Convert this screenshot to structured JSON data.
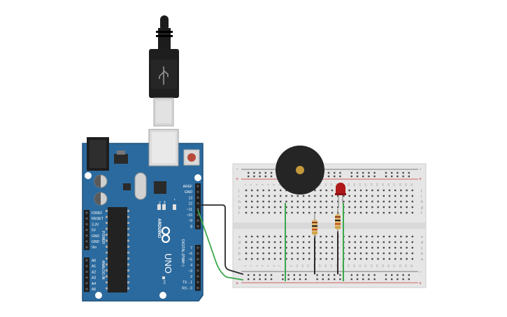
{
  "arduino": {
    "brand": "ARDUINO",
    "model": "UNO",
    "digital_header": "DIGITAL (PWM~)",
    "power_header": "POWER",
    "analog_header": "ANALOG IN",
    "on_label": "ON",
    "led_labels": [
      "TX",
      "RX",
      "L"
    ],
    "top_pins": [
      "AREF",
      "GND",
      "13",
      "12",
      "~11",
      "~10",
      "~9",
      "8"
    ],
    "bottom_pins": [
      "7",
      "~6",
      "~5",
      "4",
      "~3",
      "2",
      "TX→1",
      "RX←0"
    ],
    "power_pins": [
      "IOREF",
      "RESET",
      "3.3V",
      "5V",
      "GND",
      "GND",
      "Vin"
    ],
    "analog_pins": [
      "A0",
      "A1",
      "A2",
      "A3",
      "A4",
      "A5"
    ]
  },
  "breadboard": {
    "columns": 30,
    "row_letters_top": [
      "j",
      "i",
      "h",
      "g",
      "f"
    ],
    "row_letters_bottom": [
      "e",
      "d",
      "c",
      "b",
      "a"
    ],
    "rail_minus": "-",
    "rail_plus": "+"
  },
  "colors": {
    "board": "#2b6a9e",
    "board_edge": "#1d4f78",
    "wire_black": "#2a2a2a",
    "wire_green": "#3aa84a",
    "led": "#b0181a",
    "buzzer": "#252525",
    "breadboard": "#e6e6e6"
  }
}
